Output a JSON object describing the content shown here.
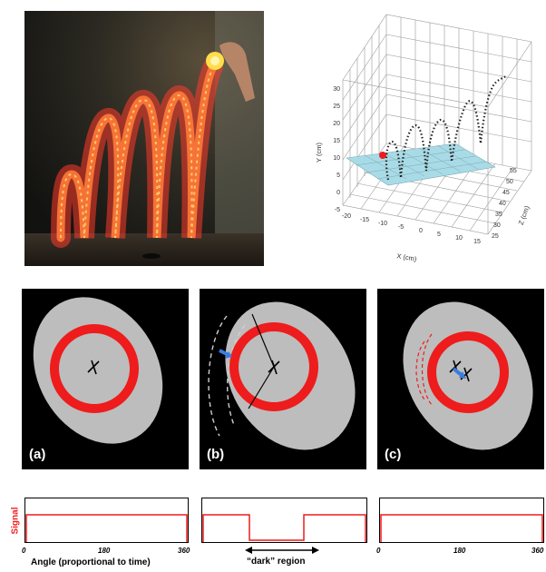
{
  "plot3d": {
    "axis_y": "Y  (cm)",
    "axis_x": "X  (cm)",
    "axis_z": "Z  (cm)",
    "y_ticks": [
      "30",
      "25",
      "20",
      "15",
      "10",
      "5",
      "0",
      "-5"
    ],
    "x_ticks": [
      "-20",
      "-15",
      "-10",
      "-5",
      "0",
      "5",
      "10",
      "15"
    ],
    "z_ticks": [
      "55",
      "50",
      "45",
      "40",
      "35",
      "30",
      "25"
    ]
  },
  "panels": {
    "a": {
      "label": "(a)"
    },
    "b": {
      "label": "(b)"
    },
    "c": {
      "label": "(c)"
    }
  },
  "signal": {
    "ylabel": "Signal",
    "ticks": [
      "0",
      "180",
      "360"
    ],
    "xlabel_a": "Angle (proportional to time)",
    "dark_label": "“dark” region"
  },
  "colors": {
    "red": "#ee1c1c",
    "gray": "#bdbdbd",
    "plane": "#a9dbe6",
    "arrow": "#3a7de0"
  }
}
